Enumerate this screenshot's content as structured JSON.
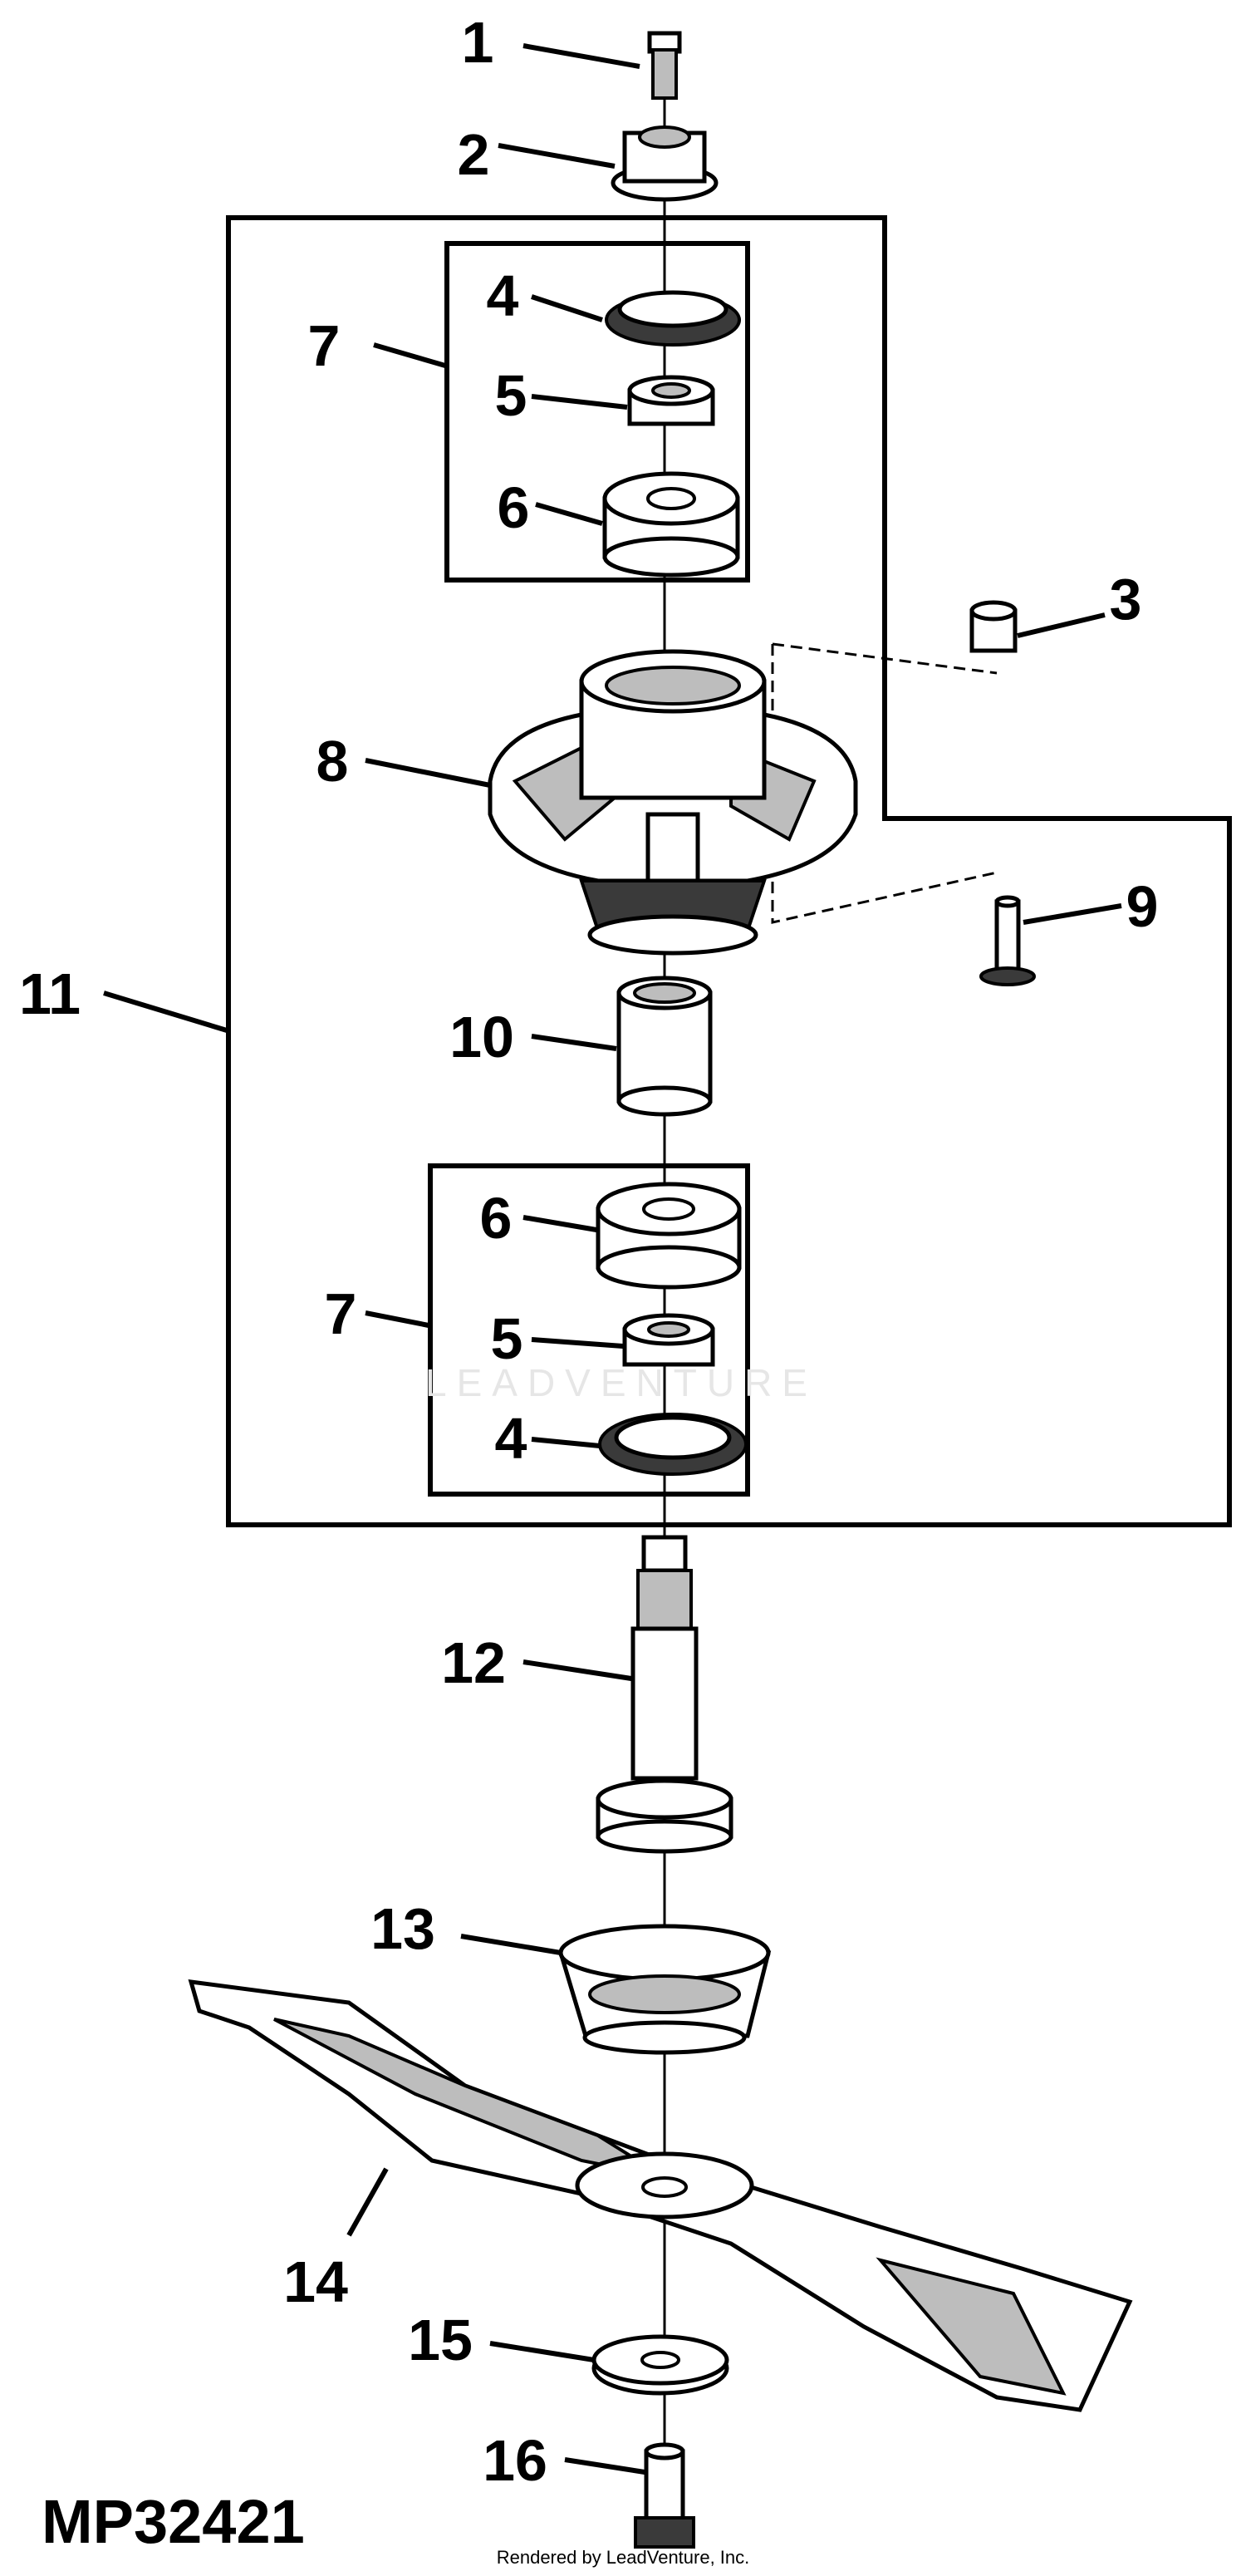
{
  "diagram": {
    "figure_id": "MP32421",
    "watermark": "LEADVENTURE",
    "footer": "Rendered by LeadVenture, Inc.",
    "callouts": [
      "1",
      "2",
      "3",
      "4",
      "5",
      "6",
      "7",
      "8",
      "9",
      "10",
      "11",
      "12",
      "13",
      "14",
      "15",
      "16"
    ],
    "callouts_repeat": {
      "four": "4",
      "five": "5",
      "six": "6",
      "seven": "7"
    }
  }
}
